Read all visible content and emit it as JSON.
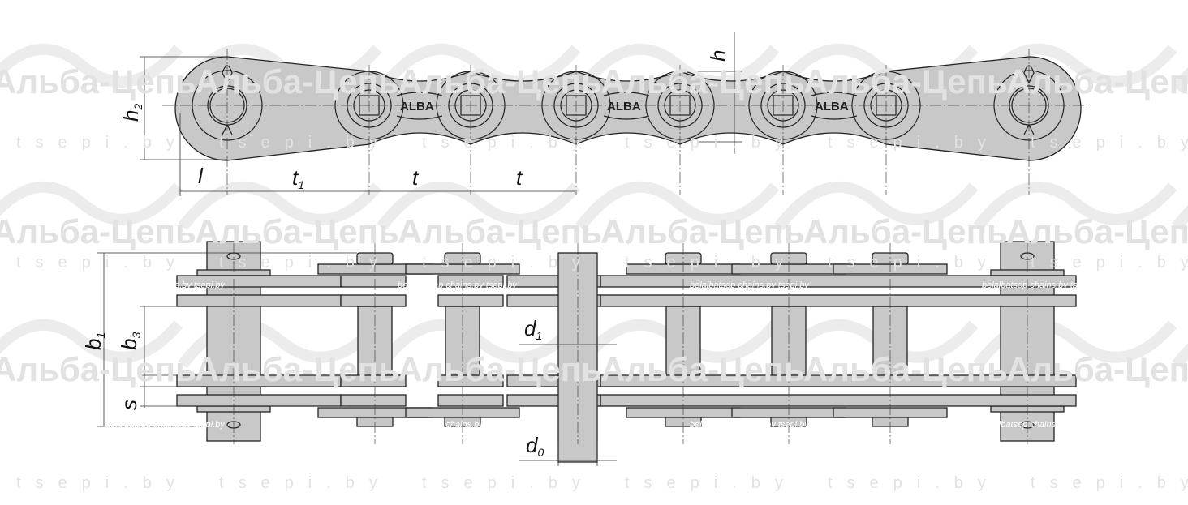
{
  "watermark": {
    "brand": "Альба-Цепь",
    "site": "tsepi.by",
    "strip": "belalbatsep   chains.by   tsepi.by"
  },
  "plate_logo": "ALBA",
  "dimensions": {
    "h2": {
      "main": "h",
      "sub": "2"
    },
    "h": {
      "main": "h",
      "sub": ""
    },
    "l": {
      "main": "l",
      "sub": ""
    },
    "t1": {
      "main": "t",
      "sub": "1"
    },
    "t_a": {
      "main": "t",
      "sub": ""
    },
    "t_b": {
      "main": "t",
      "sub": ""
    },
    "b1": {
      "main": "b",
      "sub": "1"
    },
    "b3": {
      "main": "b",
      "sub": "3"
    },
    "s": {
      "main": "s",
      "sub": ""
    },
    "d1": {
      "main": "d",
      "sub": "1"
    },
    "d0": {
      "main": "d",
      "sub": "0"
    }
  },
  "colors": {
    "part": "#c8c8c8",
    "line": "#222222"
  }
}
